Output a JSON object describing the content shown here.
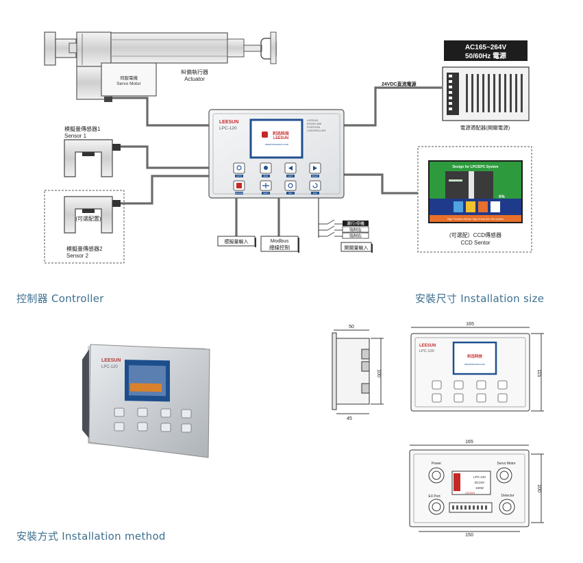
{
  "actuator": {
    "servo_label_cn": "伺服電機",
    "servo_label_en": "Servo Motor",
    "label_cn": "糾偏執行器",
    "label_en": "Actuator"
  },
  "power": {
    "spec_line1": "AC165~264V",
    "spec_line2": "50/60Hz 電源",
    "dc_label": "24VDC直流電源",
    "adapter_label": "電源適配器(開關電源)"
  },
  "sensors": {
    "sensor1_cn": "模擬量傳感器1",
    "sensor1_en": "Sensor 1",
    "sensor2_cn": "模擬量傳感器2",
    "sensor2_en": "Sensor 2",
    "optional": "(可選配置)"
  },
  "controller_panel": {
    "brand": "LEESUN",
    "model": "LPC-120",
    "desc_lines": [
      "LEESUN",
      "EDGE/LINE",
      "POSITION",
      "CONTROLLER"
    ],
    "screen_brand_cn": "利迅科技",
    "screen_brand_en": "LEESUN",
    "screen_url": "www.leesuncn.com",
    "buttons_top": [
      "AUTO",
      "MAN",
      "LEFT",
      "RIGHT"
    ],
    "buttons_bottom": [
      "SENSOR",
      "CENT",
      "SET",
      "ESC"
    ]
  },
  "io": {
    "analog_input": "模擬量輸入",
    "modbus_line1": "Modbus",
    "modbus_line2": "總線控制",
    "switch_labels": [
      "運行/停機",
      "強制左",
      "強制右"
    ],
    "switch_input": "開關量輸入"
  },
  "ccd": {
    "screen_header": "Design for LPC/EPC System",
    "screen_footer": "High Precision Sensor  Sign of Any Non-Tile monitor",
    "percent": "0%",
    "label_cn": "(可選配）CCD傳感器",
    "label_en": "CCD Sentor"
  },
  "sections": {
    "controller": "控制器 Controller",
    "install_size": "安裝尺寸 Installation size",
    "install_method": "安裝方式 Installation method"
  },
  "dimensions": {
    "side_top": "50",
    "side_height": "100",
    "side_bottom": "45",
    "front_width": "165",
    "front_height": "115",
    "back_top_width": "165",
    "back_height": "100",
    "back_bottom_width": "150"
  },
  "back_panel": {
    "power": "Power",
    "servo": "Servo Motor",
    "ext_port": "EX Port",
    "detector": "Detector",
    "nameplate_title": "LPC-120",
    "nameplate_company": "LEESUN",
    "nameplate_spec1": "DC24V",
    "nameplate_spec2": "100W"
  },
  "colors": {
    "section_title": "#3c6e8f",
    "cable": "#6b6b6b",
    "screen_blue": "#1f4f8f",
    "ccd_orange": "#e8702a",
    "ccd_green": "#2e9a3e"
  }
}
